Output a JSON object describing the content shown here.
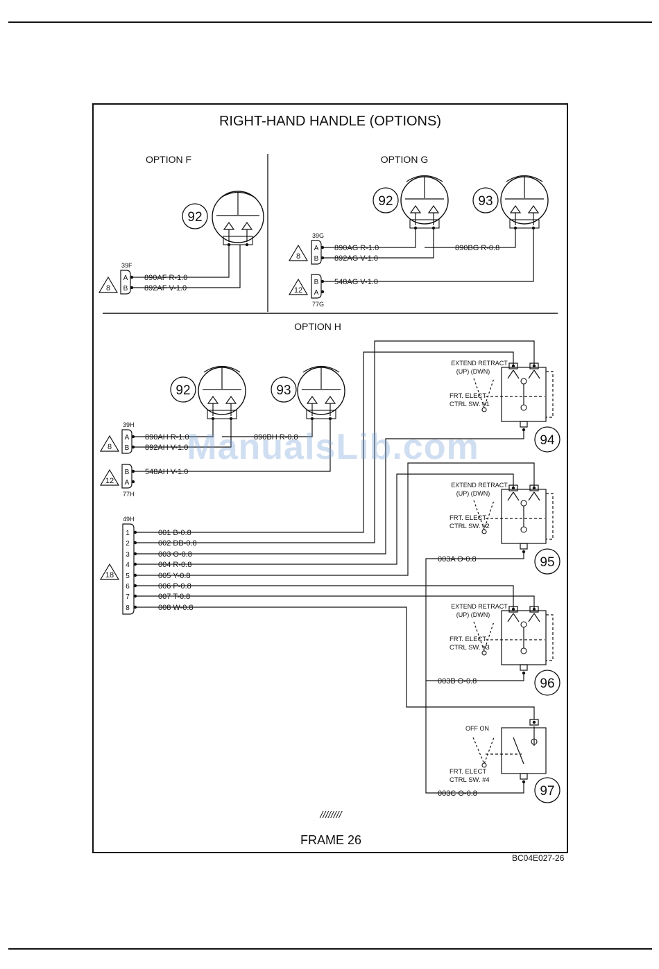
{
  "title": "RIGHT-HAND HANDLE (OPTIONS)",
  "frame_label": "FRAME 26",
  "document_id": "BC04E027-26",
  "watermark": "ManualsLib.com",
  "hatch": "////////",
  "sections": {
    "option_f": {
      "label": "OPTION F",
      "bulb": "92",
      "connector": "39F",
      "triangle": "8",
      "pins": [
        "A",
        "B"
      ],
      "wires": [
        "890AF R-1.0",
        "892AF V-1.0"
      ]
    },
    "option_g": {
      "label": "OPTION G",
      "bulbs": [
        "92",
        "93"
      ],
      "connectors": [
        "39G",
        "77G"
      ],
      "triangles": [
        "8",
        "12"
      ],
      "pins_39g": [
        "A",
        "B"
      ],
      "pins_77g": [
        "B",
        "A"
      ],
      "wires": [
        "890AG R-1.0",
        "892AG V-1.0",
        "890BG R-0.8",
        "548AG V-1.0"
      ]
    },
    "option_h": {
      "label": "OPTION H",
      "bulbs": [
        "92",
        "93"
      ],
      "connectors": [
        "39H",
        "77H",
        "49H"
      ],
      "triangles": [
        "8",
        "12",
        "18"
      ],
      "pins_39h": [
        "A",
        "B"
      ],
      "pins_77h": [
        "B",
        "A"
      ],
      "wires": [
        "890AH R-1.0",
        "892AH V-1.0",
        "890BH R-0.8",
        "548AH V-1.0"
      ],
      "pins_49h": [
        "1",
        "2",
        "3",
        "4",
        "5",
        "6",
        "7",
        "8"
      ],
      "wires_49h": [
        "001 B-0.8",
        "002 DB-0.8",
        "003 O-0.8",
        "004 R-0.8",
        "005 Y-0.8",
        "006 P-0.8",
        "007 T-0.8",
        "008 W-0.8"
      ],
      "switches": [
        {
          "id": "94",
          "mode": "EXTEND RETRACT",
          "dir": "(UP)   (DWN)",
          "name_1": "FRT. ELECT",
          "name_2": "CTRL SW. #1",
          "ground": ""
        },
        {
          "id": "95",
          "mode": "EXTEND RETRACT",
          "dir": "(UP)   (DWN)",
          "name_1": "FRT. ELECT",
          "name_2": "CTRL SW. #2",
          "ground": "003A O-0.8"
        },
        {
          "id": "96",
          "mode": "EXTEND RETRACT",
          "dir": "(UP)   (DWN)",
          "name_1": "FRT. ELECT",
          "name_2": "CTRL SW. #3",
          "ground": "003B O-0.8"
        },
        {
          "id": "97",
          "mode": "OFF   ON",
          "dir": "",
          "name_1": "FRT. ELECT",
          "name_2": "CTRL SW. #4",
          "ground": "003C O-0.8"
        }
      ]
    }
  }
}
